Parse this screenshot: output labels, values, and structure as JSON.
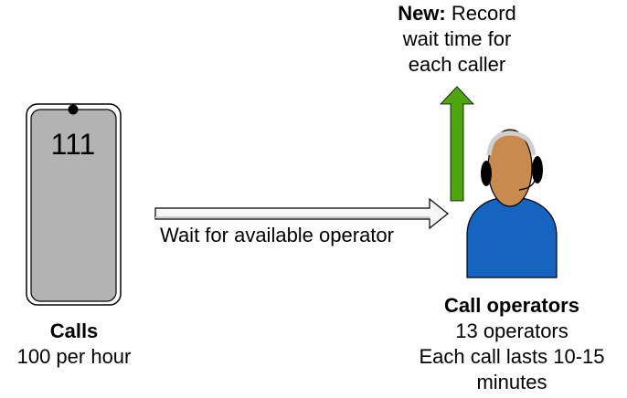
{
  "phone": {
    "number": "111"
  },
  "calls": {
    "title": "Calls",
    "rate": "100 per hour"
  },
  "flow_arrow": {
    "label": "Wait for available operator"
  },
  "new_note": {
    "prefix": "New:",
    "line1_rest": " Record",
    "line2": "wait time for",
    "line3": "each caller"
  },
  "operators": {
    "title": "Call operators",
    "count": "13 operators",
    "duration_line1": "Each call lasts 10-15",
    "duration_line2": "minutes"
  },
  "colors": {
    "phone_body": "#b3b3b3",
    "arrow_green": "#4ea60f",
    "skin": "#c98a4e",
    "shirt": "#1565c0"
  }
}
